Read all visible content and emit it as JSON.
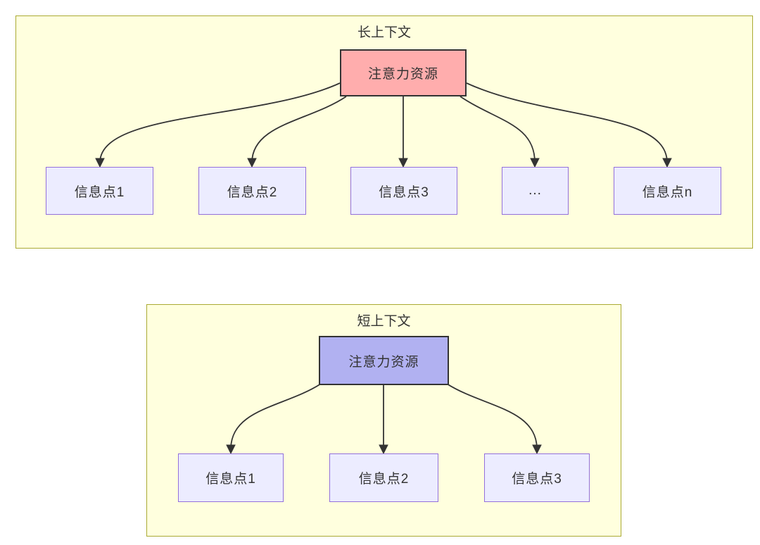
{
  "colors": {
    "cluster_fill": "#ffffde",
    "cluster_border": "#aaaa33",
    "node_fill": "#ECECFF",
    "node_border": "#9370DB",
    "long_root_fill": "#ffadad",
    "short_root_fill": "#b1b1f1",
    "root_border": "#333333",
    "edge": "#333333",
    "text": "#333333"
  },
  "long_context": {
    "title": "长上下文",
    "root_label": "注意力资源",
    "nodes": [
      {
        "label": "信息点1"
      },
      {
        "label": "信息点2"
      },
      {
        "label": "信息点3"
      },
      {
        "label": "..."
      },
      {
        "label": "信息点n"
      }
    ]
  },
  "short_context": {
    "title": "短上下文",
    "root_label": "注意力资源",
    "nodes": [
      {
        "label": "信息点1"
      },
      {
        "label": "信息点2"
      },
      {
        "label": "信息点3"
      }
    ]
  }
}
